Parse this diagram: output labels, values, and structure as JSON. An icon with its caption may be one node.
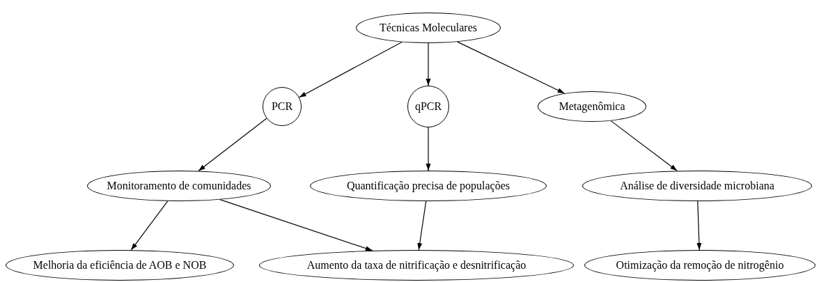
{
  "diagram": {
    "nodes": [
      {
        "text": [
          "Técnicas Moleculares"
        ]
      },
      {
        "text": [
          "PCR"
        ]
      },
      {
        "text": [
          "qPCR"
        ]
      },
      {
        "text": [
          "Metagenômica"
        ]
      },
      {
        "text": [
          "Monitoramento de comunidades"
        ]
      },
      {
        "text": [
          "Quantificação precisa de populações"
        ]
      },
      {
        "text": [
          "Análise de diversidade microbiana"
        ]
      },
      {
        "text": [
          "Melhoria da eficiência de AOB e NOB"
        ]
      },
      {
        "text": [
          "Aumento da taxa de nitrificação e desnitrificação"
        ]
      },
      {
        "text": [
          "Otimização da remoção de nitrogênio"
        ]
      }
    ],
    "edges": [
      {
        "from": 0,
        "to": 1,
        "arrow": "to"
      },
      {
        "from": 0,
        "to": 2,
        "arrow": "to"
      },
      {
        "from": 0,
        "to": 3,
        "arrow": "to"
      },
      {
        "from": 1,
        "to": 4,
        "arrow": "to"
      },
      {
        "from": 2,
        "to": 5,
        "arrow": "to"
      },
      {
        "from": 3,
        "to": 6,
        "arrow": "to"
      },
      {
        "from": 4,
        "to": 7,
        "arrow": "to"
      },
      {
        "from": 4,
        "to": 8,
        "arrow": "to"
      },
      {
        "from": 5,
        "to": 8,
        "arrow": "to"
      },
      {
        "from": 6,
        "to": 9,
        "arrow": "to"
      }
    ]
  }
}
